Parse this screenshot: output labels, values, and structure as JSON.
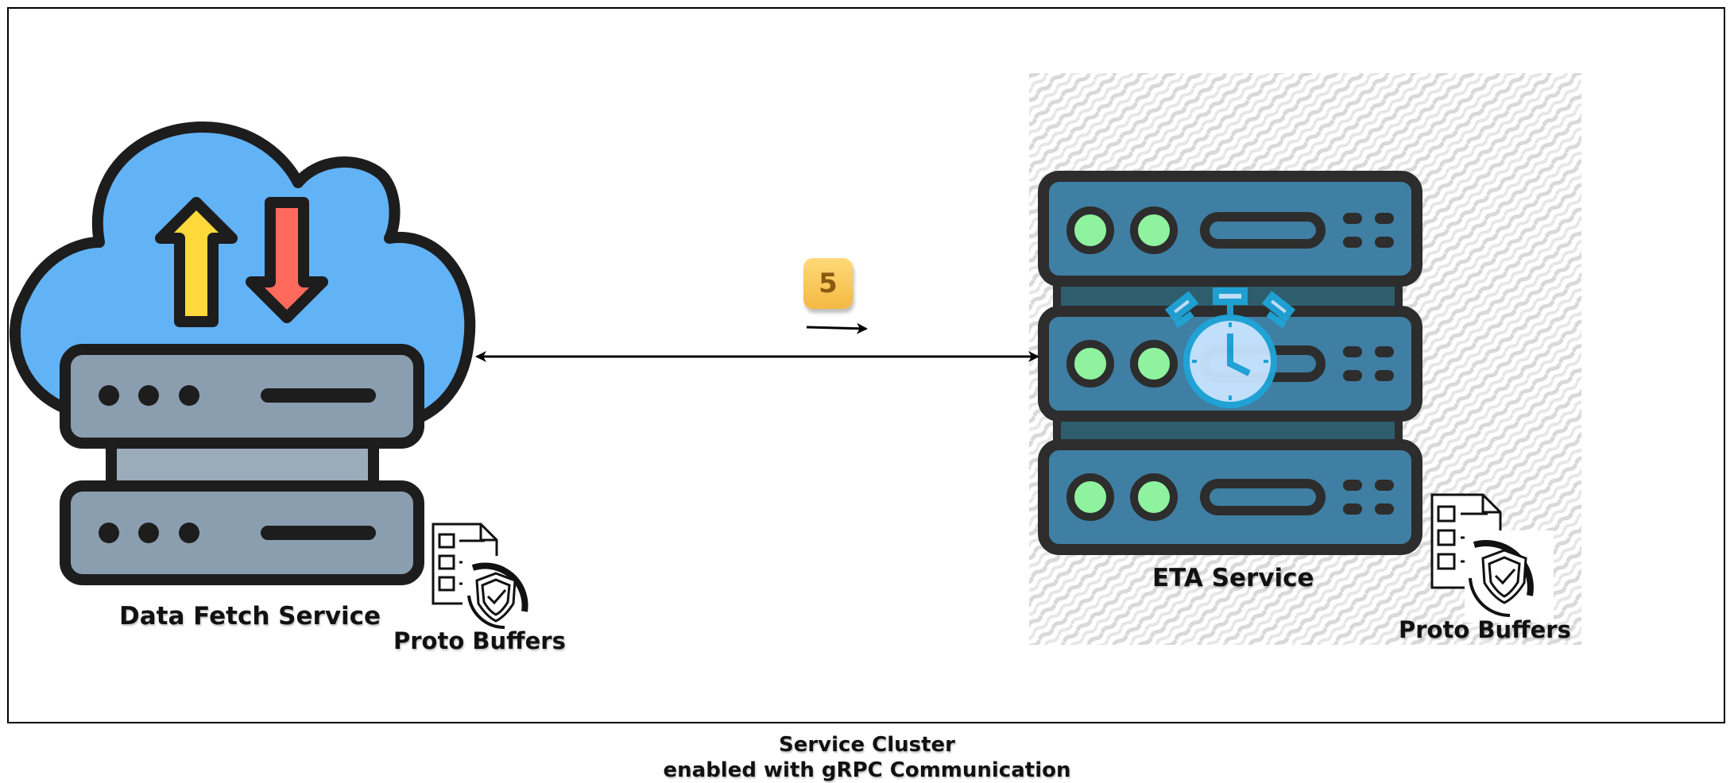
{
  "services": {
    "data_fetch": {
      "label": "Data Fetch Service"
    },
    "eta": {
      "label": "ETA Service"
    }
  },
  "proto_buffers": [
    {
      "label": "Proto Buffers"
    },
    {
      "label": "Proto Buffers"
    }
  ],
  "step": {
    "number": "5"
  },
  "cluster": {
    "caption_line1": "Service Cluster",
    "caption_line2": "enabled with gRPC Communication"
  },
  "colors": {
    "cloud": "#62b2f6",
    "up_arrow": "#ffd83a",
    "down_arrow": "#ff6a5c",
    "server_grey": "#8a9eb0",
    "server_blue": "#3f7fa3",
    "led_green": "#8ff29e",
    "stopwatch": "#1fa4d8",
    "badge": "#f4b942"
  }
}
